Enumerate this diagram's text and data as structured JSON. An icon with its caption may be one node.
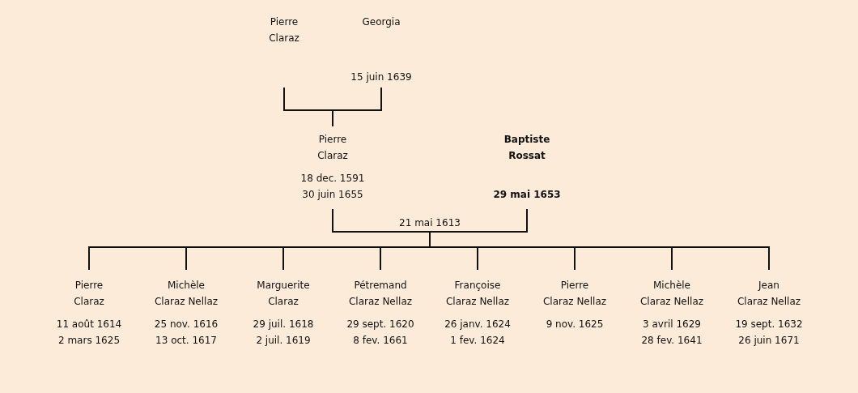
{
  "diagram": {
    "nodes": [
      {
        "text": [
          "Pierre Claraz"
        ]
      },
      {
        "text": [
          "Georgia",
          "15 juin 1639"
        ]
      },
      {
        "text": [
          "Pierre Claraz",
          "18 dec. 1591",
          "30 juin 1655"
        ]
      },
      {
        "text": [
          "Baptiste Rossat",
          "29 mai 1653"
        ]
      },
      {
        "text": [
          "Pierre Claraz",
          "11 août 1614",
          "2 mars 1625"
        ]
      },
      {
        "text": [
          "Michèle Claraz Nellaz",
          "25 nov. 1616",
          "13 oct. 1617"
        ]
      },
      {
        "text": [
          "Marguerite Claraz",
          "29 juil. 1618",
          "2 juil. 1619"
        ]
      },
      {
        "text": [
          "Pétremand Claraz Nellaz",
          "29 sept. 1620",
          "8 fev. 1661"
        ]
      },
      {
        "text": [
          "Françoise Claraz Nellaz",
          "26 janv. 1624",
          "1 fev. 1624"
        ]
      },
      {
        "text": [
          "Pierre Claraz Nellaz",
          "9 nov. 1625"
        ]
      },
      {
        "text": [
          "Michèle Claraz Nellaz",
          "3 avril 1629",
          "28 fev. 1641"
        ]
      },
      {
        "text": [
          "Jean Claraz Nellaz",
          "19 sept. 1632",
          "26 juin 1671"
        ]
      }
    ],
    "edges": [
      {
        "from": 0,
        "to": 2,
        "arrow": "none"
      },
      {
        "from": 1,
        "to": 2,
        "arrow": "none"
      },
      {
        "from": 2,
        "to": 4,
        "arrow": "none"
      },
      {
        "from": 2,
        "to": 5,
        "arrow": "none"
      },
      {
        "from": 2,
        "to": 6,
        "arrow": "none"
      },
      {
        "from": 2,
        "to": 7,
        "arrow": "none"
      },
      {
        "from": 2,
        "to": 8,
        "arrow": "none"
      },
      {
        "from": 2,
        "to": 9,
        "arrow": "none"
      },
      {
        "from": 2,
        "to": 10,
        "arrow": "none"
      },
      {
        "from": 2,
        "to": 11,
        "arrow": "none"
      },
      {
        "from": 3,
        "to": 4,
        "arrow": "none"
      },
      {
        "from": 3,
        "to": 5,
        "arrow": "none"
      },
      {
        "from": 3,
        "to": 6,
        "arrow": "none"
      },
      {
        "from": 3,
        "to": 7,
        "arrow": "none"
      },
      {
        "from": 3,
        "to": 8,
        "arrow": "none"
      },
      {
        "from": 3,
        "to": 9,
        "arrow": "none"
      },
      {
        "from": 3,
        "to": 10,
        "arrow": "none"
      },
      {
        "from": 3,
        "to": 11,
        "arrow": "none"
      }
    ],
    "labels": [
      "21 mai 1613"
    ]
  }
}
